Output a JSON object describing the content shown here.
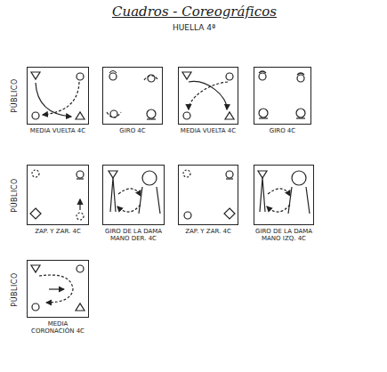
{
  "diagram": {
    "title": "Cuadros - Coreográficos",
    "nodes": [
      {
        "text": [
          "MEDIA VUELTA 4C"
        ]
      },
      {
        "text": [
          "GIRO 4C"
        ]
      },
      {
        "text": [
          "MEDIA VUELTA 4C"
        ]
      },
      {
        "text": [
          "GIRO 4C"
        ]
      },
      {
        "text": [
          "ZAP. Y ZAR. 4C"
        ]
      },
      {
        "text": [
          "GIRO DE LA DAMA MANO DER. 4C"
        ]
      },
      {
        "text": [
          "ZAP. Y ZAR. 4C"
        ]
      },
      {
        "text": [
          "GIRO DE LA DAMA MANO IZQ. 4C"
        ]
      },
      {
        "text": [
          "MEDIA CORONACIÓN 4C"
        ]
      }
    ],
    "labels": [
      "HUELLA 4ª",
      "PÚBLICO",
      "PÚBLICO",
      "PÚBLICO"
    ]
  }
}
